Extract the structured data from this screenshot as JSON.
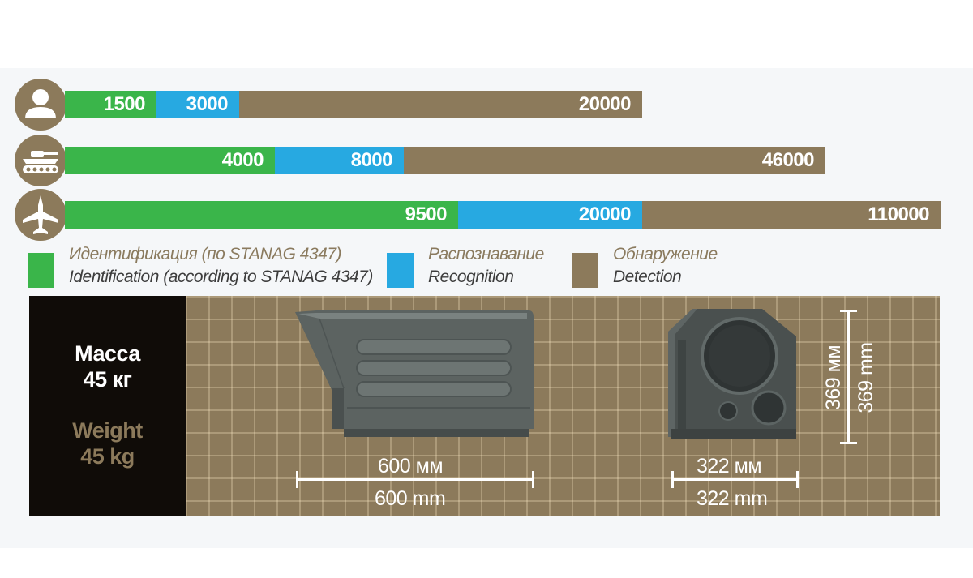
{
  "colors": {
    "identification": "#3ab54a",
    "recognition": "#27a9e1",
    "detection": "#8c7a5b",
    "weight_panel": "#100c08",
    "grid_bg": "#8c7a5b"
  },
  "chart_data": {
    "type": "bar",
    "orientation": "horizontal",
    "stacked": "overlapping ranges",
    "categories": [
      "person-icon",
      "tank-icon",
      "aircraft-icon"
    ],
    "series": [
      {
        "name": "Идентификация (по STANAG 4347) / Identification (according to STANAG 4347)",
        "values": [
          1500,
          4000,
          9500
        ]
      },
      {
        "name": "Распознавание / Recognition",
        "values": [
          3000,
          8000,
          20000
        ]
      },
      {
        "name": "Обнаружение / Detection",
        "values": [
          20000,
          46000,
          110000
        ]
      }
    ]
  },
  "rows": [
    {
      "icon": "person-icon",
      "identification": "1500",
      "recognition": "3000",
      "detection": "20000"
    },
    {
      "icon": "tank-icon",
      "identification": "4000",
      "recognition": "8000",
      "detection": "46000"
    },
    {
      "icon": "aircraft-icon",
      "identification": "9500",
      "recognition": "20000",
      "detection": "110000"
    }
  ],
  "legend": {
    "identification": {
      "ru": "Идентификация (по STANAG 4347)",
      "en": "Identification (according to STANAG 4347)"
    },
    "recognition": {
      "ru": "Распознавание",
      "en": "Recognition"
    },
    "detection": {
      "ru": "Обнаружение",
      "en": "Detection"
    }
  },
  "weight": {
    "ru_label": "Масса",
    "ru_value": "45 кг",
    "en_label": "Weight",
    "en_value": "45 kg"
  },
  "dimensions": {
    "length_ru": "600 мм",
    "length_en": "600 mm",
    "width_ru": "322 мм",
    "width_en": "322 mm",
    "height_ru": "369 мм",
    "height_en": "369 mm"
  }
}
